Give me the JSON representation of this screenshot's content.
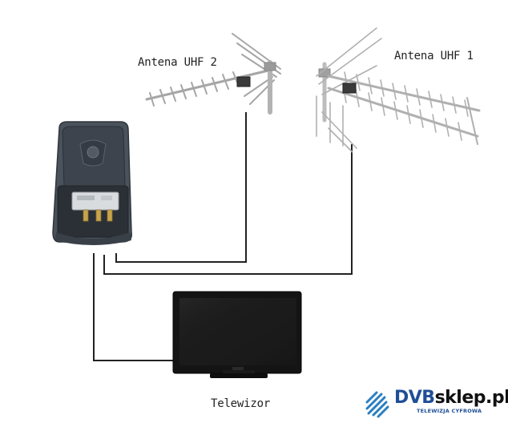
{
  "labels": {
    "antenna_uhf2": "Antena UHF 2",
    "antenna_uhf1": "Antena UHF 1",
    "tv": "Telewizor"
  },
  "logo": {
    "brand_prefix": "DVB",
    "brand_suffix": "sklep.pl",
    "tagline": "TELEWIZJA CYFROWA"
  },
  "colors": {
    "cable": "#222222",
    "brand_blue": "#1f4f96",
    "antenna_metal": "#a9a9a9",
    "combiner_body": "#3f4650"
  }
}
